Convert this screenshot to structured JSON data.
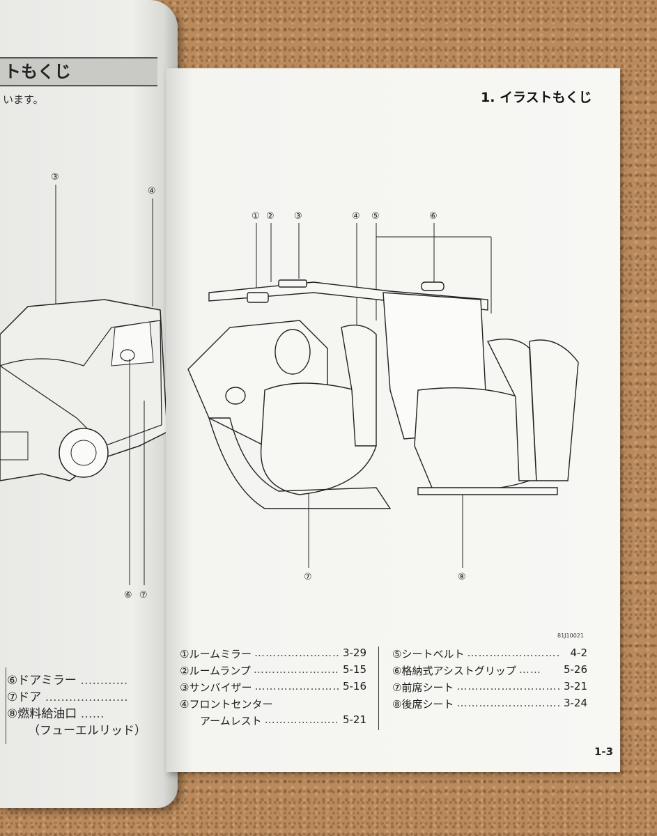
{
  "left_page": {
    "header": "トもくじ",
    "subtext": "います。",
    "callouts": [
      "③",
      "④",
      "⑥",
      "⑦"
    ],
    "items": [
      {
        "label": "⑥ドアミラー",
        "dots": "…………",
        "page": ""
      },
      {
        "label": "⑦ドア",
        "dots": "…………………",
        "page": ""
      },
      {
        "label": "⑧燃料給油口",
        "dots": "……",
        "page": ""
      },
      {
        "label": "（フューエルリッド）",
        "dots": "",
        "page": ""
      }
    ]
  },
  "right_page": {
    "title": "1. イラストもくじ",
    "callouts_top": [
      "①",
      "②",
      "③",
      "④",
      "⑤",
      "⑥"
    ],
    "callouts_bottom": [
      "⑦",
      "⑧"
    ],
    "figure_code": "81J10021",
    "index_left": [
      {
        "label": "①ルームミラー",
        "page": "3-29"
      },
      {
        "label": "②ルームランプ",
        "page": "5-15"
      },
      {
        "label": "③サンバイザー",
        "page": "5-16"
      },
      {
        "label": "④フロントセンター",
        "page": ""
      },
      {
        "label": "　アームレスト",
        "page": "5-21"
      }
    ],
    "index_right": [
      {
        "label": "⑤シートベルト",
        "page": "4-2"
      },
      {
        "label": "⑥格納式アシストグリップ",
        "page": "5-26"
      },
      {
        "label": "⑦前席シート",
        "page": "3-21"
      },
      {
        "label": "⑧後席シート",
        "page": "3-24"
      }
    ],
    "page_number": "1-3"
  }
}
